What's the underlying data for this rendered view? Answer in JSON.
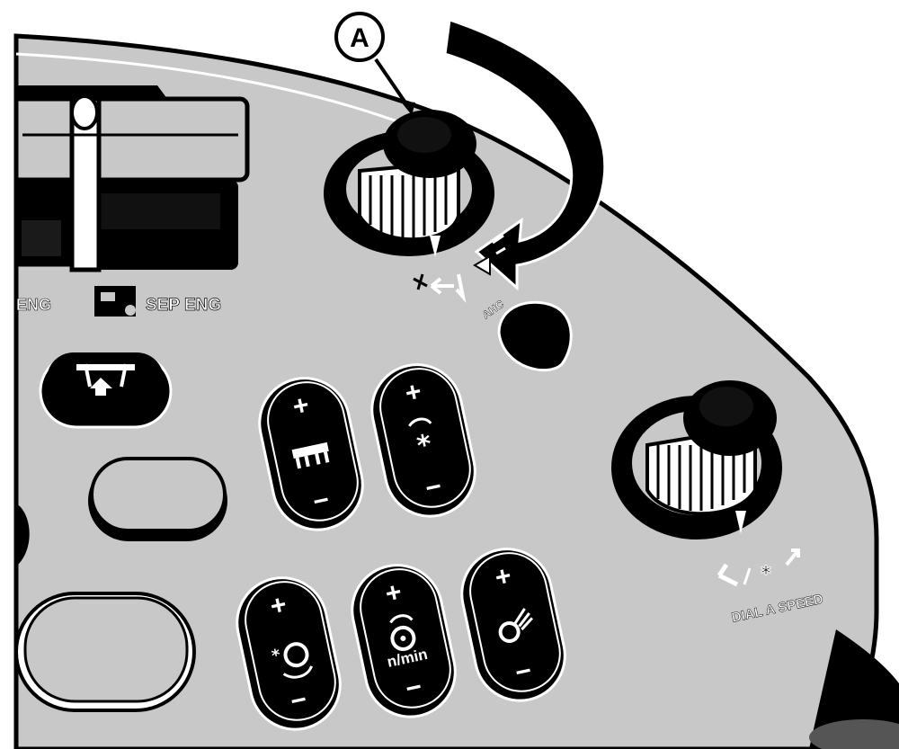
{
  "callout": {
    "letter": "A"
  },
  "panel": {
    "sep_eng_label": "SEP ENG",
    "partial_eng_label": "ENG",
    "ahc_label": "AHC",
    "dial_a_speed_label": "DIAL A SPEED"
  },
  "rockers": [
    {
      "id": "header-height",
      "plus": "+",
      "minus": "−",
      "icon_name": "header-icon"
    },
    {
      "id": "reel-speed",
      "plus": "+",
      "minus": "−",
      "icon_name": "reel-speed-icon"
    },
    {
      "id": "concave",
      "plus": "+",
      "minus": "−",
      "icon_name": "concave-icon"
    },
    {
      "id": "rotor-speed",
      "plus": "+",
      "minus": "−",
      "icon_name": "rotor-speed-icon",
      "unit": "n/min"
    },
    {
      "id": "fan-speed",
      "plus": "+",
      "minus": "−",
      "icon_name": "fan-icon"
    }
  ],
  "colors": {
    "panel": "#c8c8c8",
    "ink": "#000000",
    "paper": "#ffffff"
  }
}
